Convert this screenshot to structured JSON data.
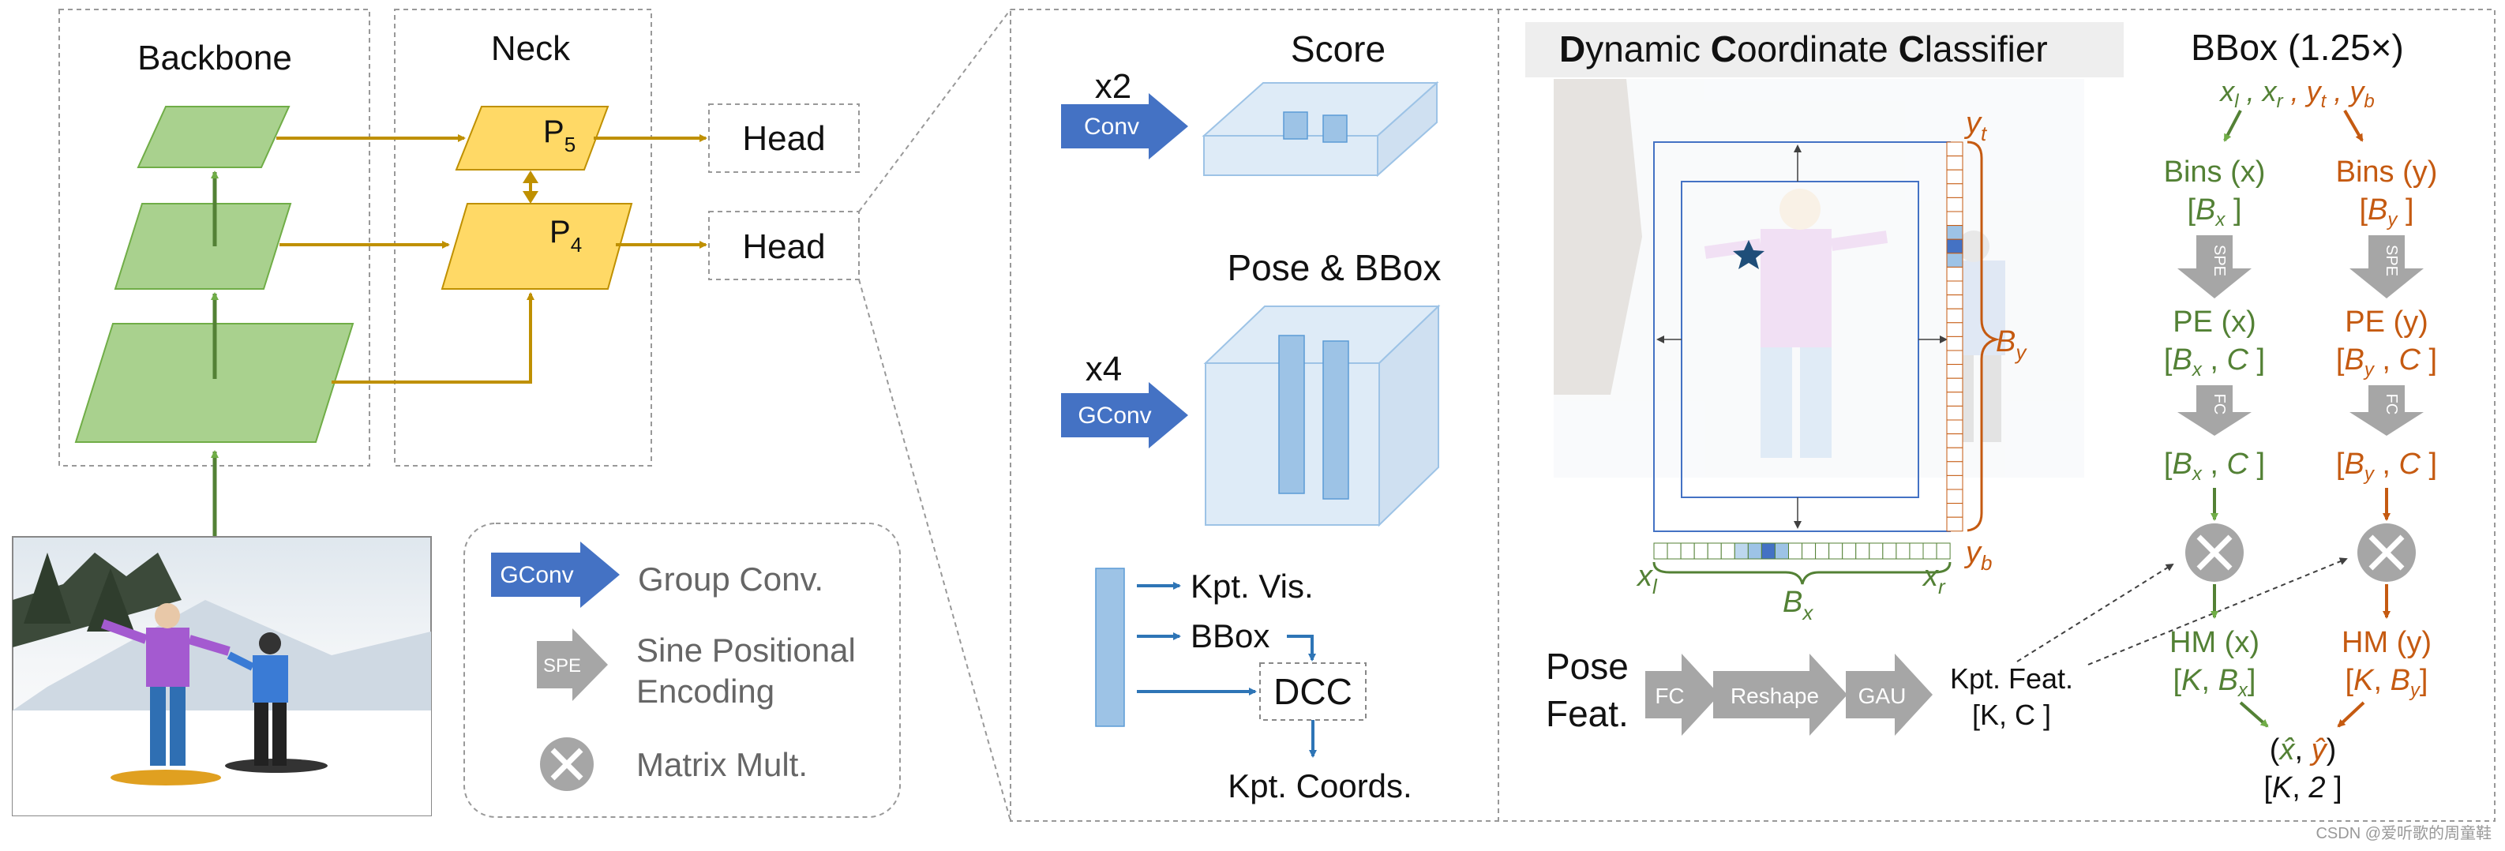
{
  "backbone_neck": {
    "backbone_label": "Backbone",
    "neck_label": "Neck",
    "p5": "P",
    "p5_sub": "5",
    "p4": "P",
    "p4_sub": "4",
    "head_top": "Head",
    "head_bottom": "Head"
  },
  "legend": {
    "gconv_badge": "GConv",
    "gconv_text": "Group Conv.",
    "spe_badge": "SPE",
    "spe_text_line1": "Sine Positional",
    "spe_text_line2": "Encoding",
    "matmul_text": "Matrix Mult."
  },
  "head_detail": {
    "score_title": "Score",
    "score_mult": "x2",
    "score_op": "Conv",
    "pose_title": "Pose & BBox",
    "pose_mult": "x4",
    "pose_op": "GConv",
    "out_kpt_vis": "Kpt. Vis.",
    "out_bbox": "BBox",
    "out_dcc": "DCC",
    "out_coords": "Kpt. Coords."
  },
  "dcc": {
    "title_parts": [
      {
        "text": "D",
        "bold": true
      },
      {
        "text": "ynamic ",
        "bold": false
      },
      {
        "text": "C",
        "bold": true
      },
      {
        "text": "oordinate ",
        "bold": false
      },
      {
        "text": "C",
        "bold": true
      },
      {
        "text": "lassifier",
        "bold": false
      }
    ],
    "label_yt": "y",
    "label_yt_sub": "t",
    "label_yb": "y",
    "label_yb_sub": "b",
    "label_by": "B",
    "label_by_sub": "y",
    "label_xl": "x",
    "label_xl_sub": "l",
    "label_xr": "x",
    "label_xr_sub": "r",
    "label_bx": "B",
    "label_bx_sub": "x",
    "pose_feat_line1": "Pose",
    "pose_feat_line2": "Feat.",
    "fc": "FC",
    "reshape": "Reshape",
    "gau": "GAU",
    "kpt_feat_line1": "Kpt. Feat.",
    "kpt_feat_line2": "[K, C ]"
  },
  "bbox_flow": {
    "title": "BBox (1.25×)",
    "coords": "x_l , x_r , y_t , y_b",
    "bins_x": "Bins (x)",
    "bins_x_dim": "[B_x ]",
    "bins_y": "Bins (y)",
    "bins_y_dim": "[B_y ]",
    "spe": "SPE",
    "pe_x": "PE (x)",
    "pe_x_dim": "[B_x , C ]",
    "pe_y": "PE (y)",
    "pe_y_dim": "[B_y , C ]",
    "fc": "FC",
    "fc_x_dim": "[B_x , C ]",
    "fc_y_dim": "[B_y , C ]",
    "hm_x": "HM (x)",
    "hm_x_dim": "[K, B_x ]",
    "hm_y": "HM (y)",
    "hm_y_dim": "[K, B_y ]",
    "output": "(x̂ , ŷ )",
    "output_dim": "[K, 2 ]"
  },
  "watermark": "CSDN @爱听歌的周童鞋",
  "colors": {
    "green_fill": "#a9d18e",
    "green_stroke": "#70ad47",
    "green_text": "#538135",
    "yellow_fill": "#ffd966",
    "gold_arrow": "#bf9000",
    "orange_text": "#c55a11",
    "blue_arrow": "#4472c4",
    "light_blue": "#bdd7ee",
    "gray": "#a6a6a6",
    "dashed": "#999999"
  }
}
